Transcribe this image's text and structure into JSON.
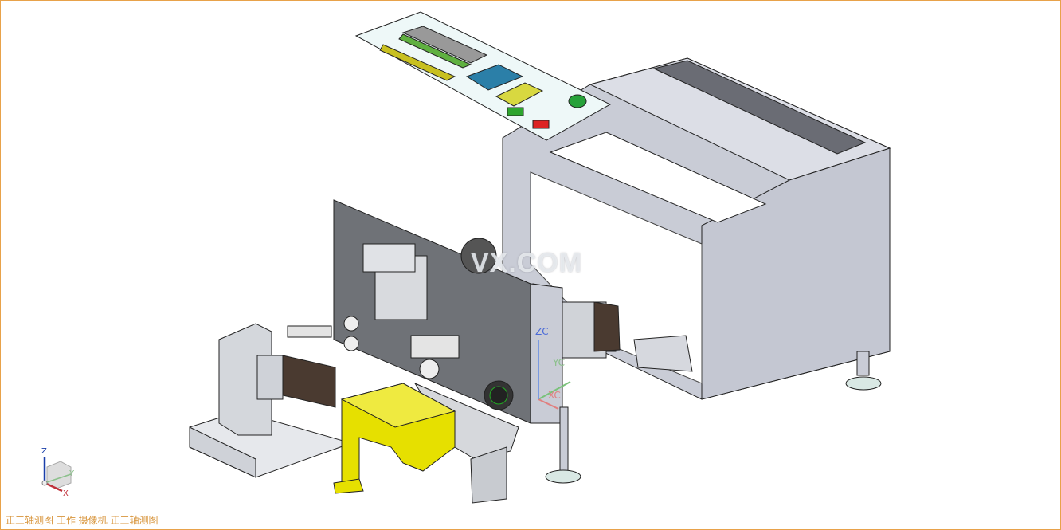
{
  "viewport": {
    "status_text": "正三轴测图 工作 摄像机 正三轴测图",
    "watermark": "VX.COM",
    "border_color": "#e8a24a"
  },
  "wcs": {
    "zc": "ZC",
    "yc": "YC",
    "xc": "XC"
  },
  "triad": {
    "z": "Z",
    "y": "Y",
    "x": "X"
  },
  "colors": {
    "yellow_cover": "#e6e000",
    "plate": "#6f7277",
    "cabinet": "#c9ccd6",
    "motor": "#4a3a30",
    "panel": "#eef8f8"
  }
}
